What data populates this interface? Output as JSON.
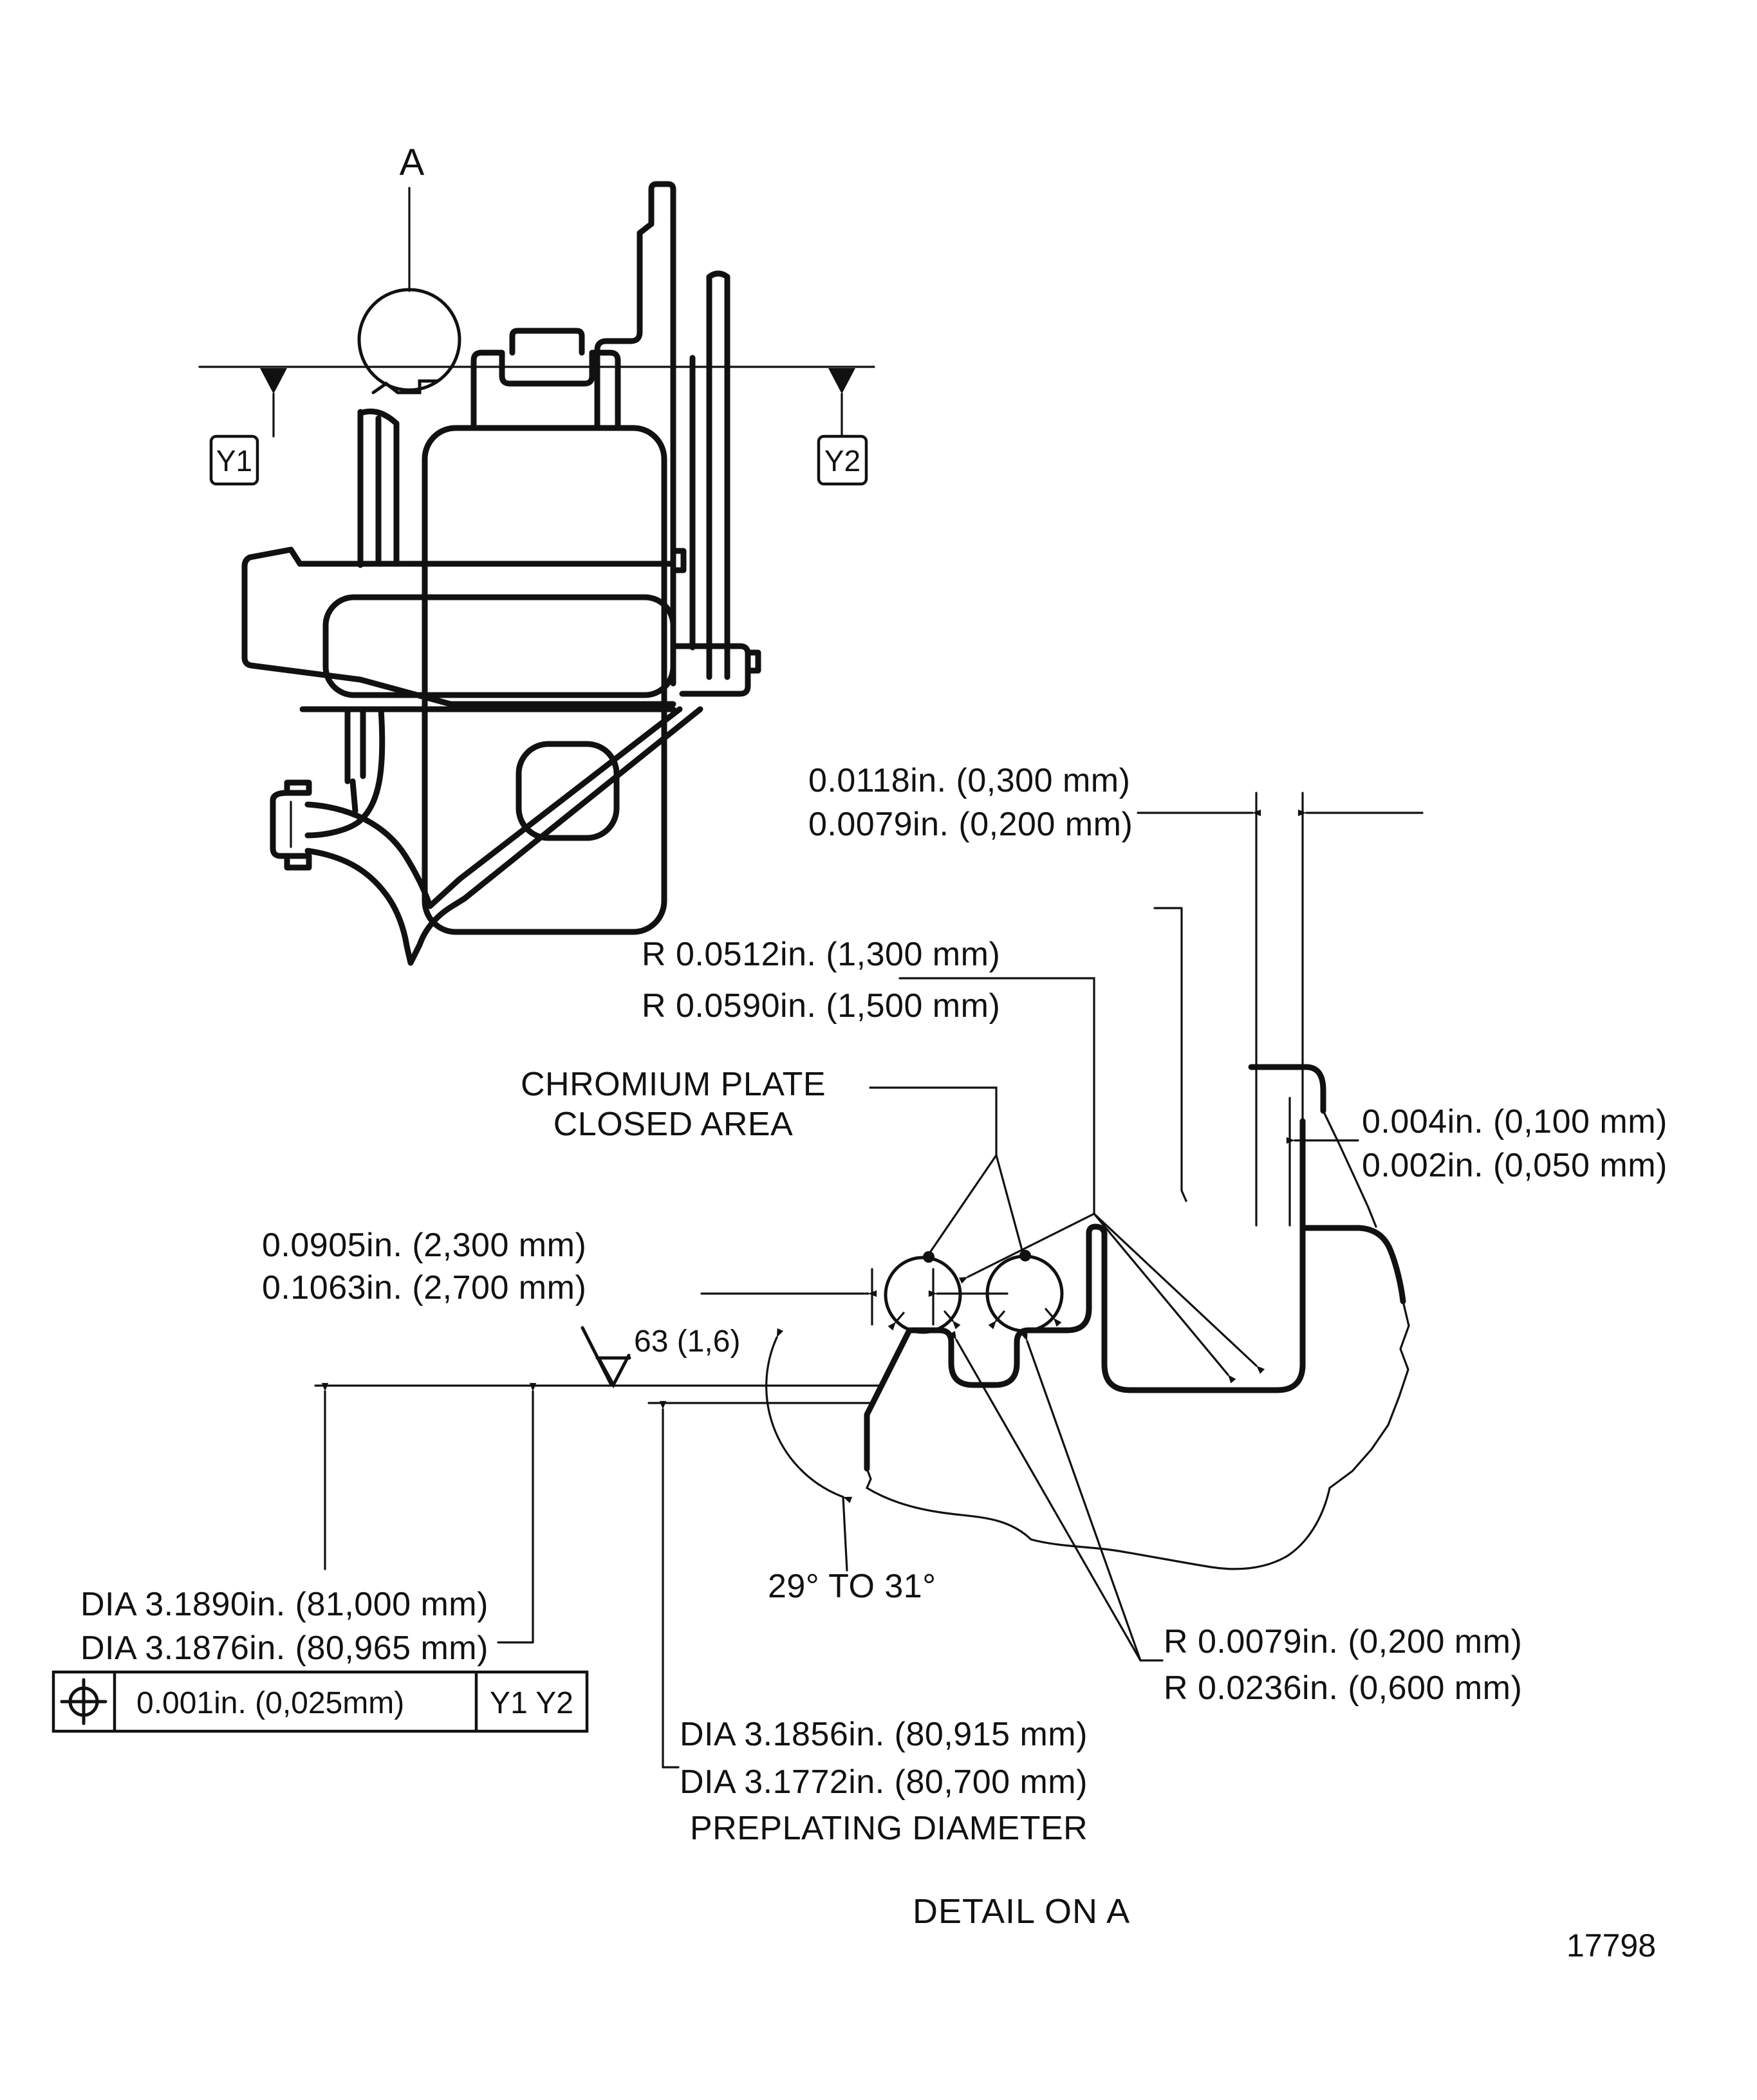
{
  "figure": {
    "detail_label": "A",
    "datum_left": "Y1",
    "datum_right": "Y2",
    "caption": "DETAIL ON A",
    "figure_number": "17798"
  },
  "callouts": {
    "plate_thickness": {
      "line1": "0.0118in. (0,300 mm)",
      "line2": "0.0079in. (0,200 mm)"
    },
    "groove_radius": {
      "line1": "R 0.0512in. (1,300 mm)",
      "line2": "R 0.0590in. (1,500 mm)"
    },
    "chromium_area": {
      "line1": "CHROMIUM PLATE",
      "line2": "CLOSED AREA"
    },
    "closed_area_thickness": {
      "line1": "0.004in. (0,100 mm)",
      "line2": "0.002in. (0,050 mm)"
    },
    "groove_width": {
      "line1": "0.0905in. (2,300 mm)",
      "line2": "0.1063in. (2,700 mm)"
    },
    "surface_finish": "63 (1,6)",
    "chamfer_angle": "29° TO 31°",
    "plated_diameter": {
      "line1": "DIA 3.1890in. (81,000 mm)",
      "line2": "DIA 3.1876in. (80,965 mm)"
    },
    "corner_radius": {
      "line1": "R 0.0079in. (0,200 mm)",
      "line2": "R 0.0236in. (0,600 mm)"
    },
    "preplating_diameter": {
      "line1": "DIA 3.1856in. (80,915 mm)",
      "line2": "DIA 3.1772in. (80,700 mm)",
      "line3": "PREPLATING DIAMETER"
    }
  },
  "tolerance_frame": {
    "symbol": "true-position",
    "tolerance": "0.001in. (0,025mm)",
    "datums": "Y1 Y2"
  }
}
